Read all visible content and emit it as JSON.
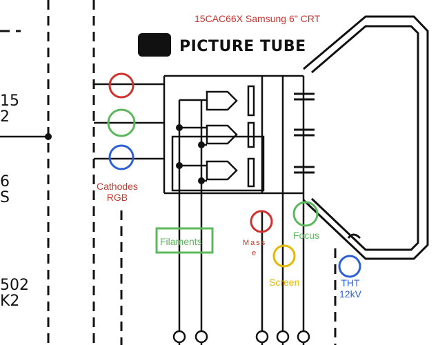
{
  "header": {
    "note": "15CAC66X Samsung 6\" CRT",
    "tube_title": "PICTURE TUBE"
  },
  "left_edge": {
    "top_lines": [
      "15",
      "2"
    ],
    "mid_lines": [
      "6",
      "S"
    ],
    "bottom_lines": [
      "502",
      "K2"
    ]
  },
  "annotations": {
    "cathodes_line1": "Cathodes",
    "cathodes_line2": "RGB",
    "filaments": "Filaments",
    "masse_line1": "Mass",
    "masse_line2": "e",
    "focus": "Focus",
    "screen": "Screen",
    "tht_line1": "THT",
    "tht_line2": "12kV"
  },
  "colors": {
    "red": "#d0312d",
    "green": "#5cb85c",
    "blue": "#2c5fd6",
    "yellow": "#e6b800",
    "ink": "#111111"
  }
}
